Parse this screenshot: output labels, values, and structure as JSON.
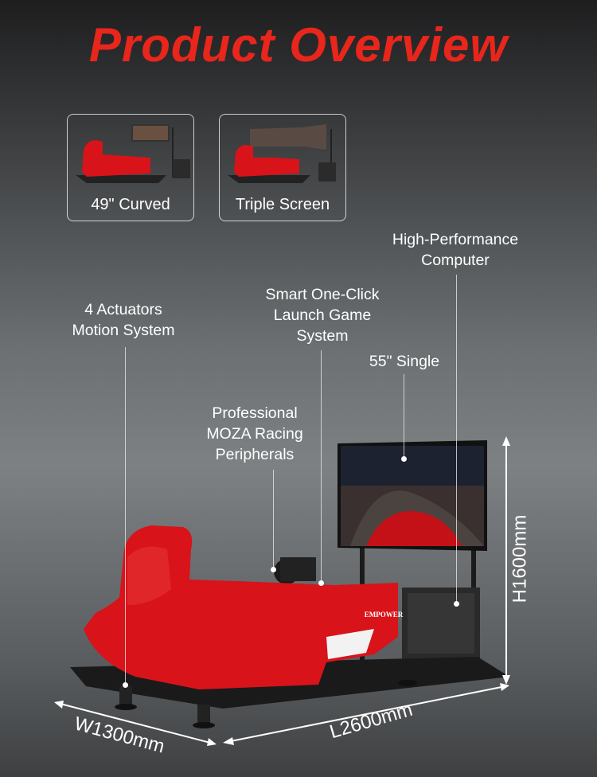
{
  "title": "Product Overview",
  "variants": [
    {
      "label": "49\" Curved"
    },
    {
      "label": "Triple Screen"
    }
  ],
  "callouts": {
    "actuators": [
      "4 Actuators",
      "Motion System"
    ],
    "launch": [
      "Smart One-Click",
      "Launch Game",
      "System"
    ],
    "computer": [
      "High-Performance",
      "Computer"
    ],
    "screen": [
      "55\" Single"
    ],
    "peripherals": [
      "Professional",
      "MOZA Racing",
      "Peripherals"
    ]
  },
  "dimensions": {
    "height": "H1600mm",
    "length": "L2600mm",
    "width": "W1300mm"
  },
  "brand_on_body": "EMPOWER",
  "colors": {
    "accent": "#e8261c",
    "body_red": "#d8131a"
  }
}
